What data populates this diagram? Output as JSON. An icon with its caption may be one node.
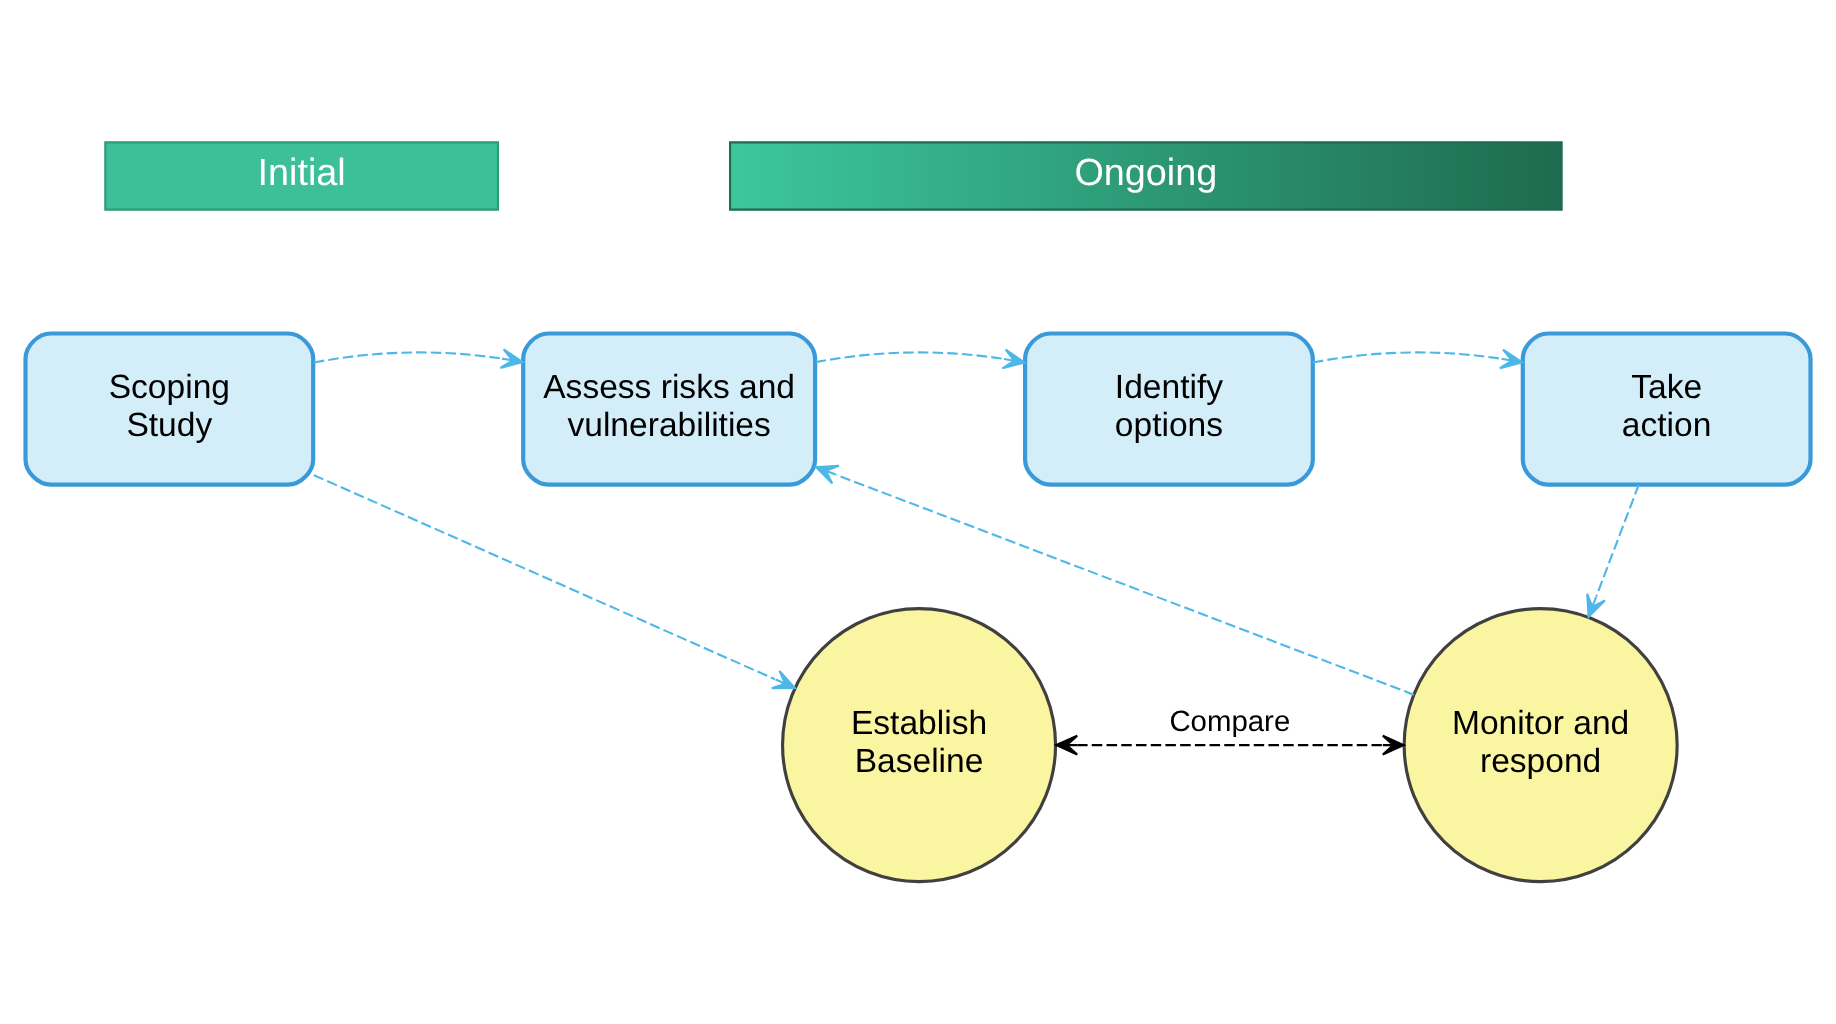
{
  "diagram": {
    "nodes": [
      {
        "text": [
          "Initial"
        ]
      },
      {
        "text": [
          "Ongoing"
        ]
      },
      {
        "text": [
          "Scoping Study"
        ]
      },
      {
        "text": [
          "Assess risks and vulnerabilities"
        ]
      },
      {
        "text": [
          "Identify options"
        ]
      },
      {
        "text": [
          "Take action"
        ]
      },
      {
        "text": [
          "Establish Baseline"
        ]
      },
      {
        "text": [
          "Monitor and respond"
        ]
      }
    ],
    "edges": [
      {
        "from": 2,
        "to": 3,
        "arrow": "to",
        "style": "dashed"
      },
      {
        "from": 3,
        "to": 4,
        "arrow": "to",
        "style": "dashed"
      },
      {
        "from": 4,
        "to": 5,
        "arrow": "to",
        "style": "dashed"
      },
      {
        "from": 2,
        "to": 6,
        "arrow": "to",
        "style": "dashed"
      },
      {
        "from": 5,
        "to": 7,
        "arrow": "to",
        "style": "dashed"
      },
      {
        "from": 7,
        "to": 3,
        "arrow": "to",
        "style": "dashed"
      },
      {
        "from": 6,
        "to": 7,
        "arrow": "both",
        "style": "dashed",
        "color": "#000000",
        "label": "Compare"
      }
    ]
  }
}
